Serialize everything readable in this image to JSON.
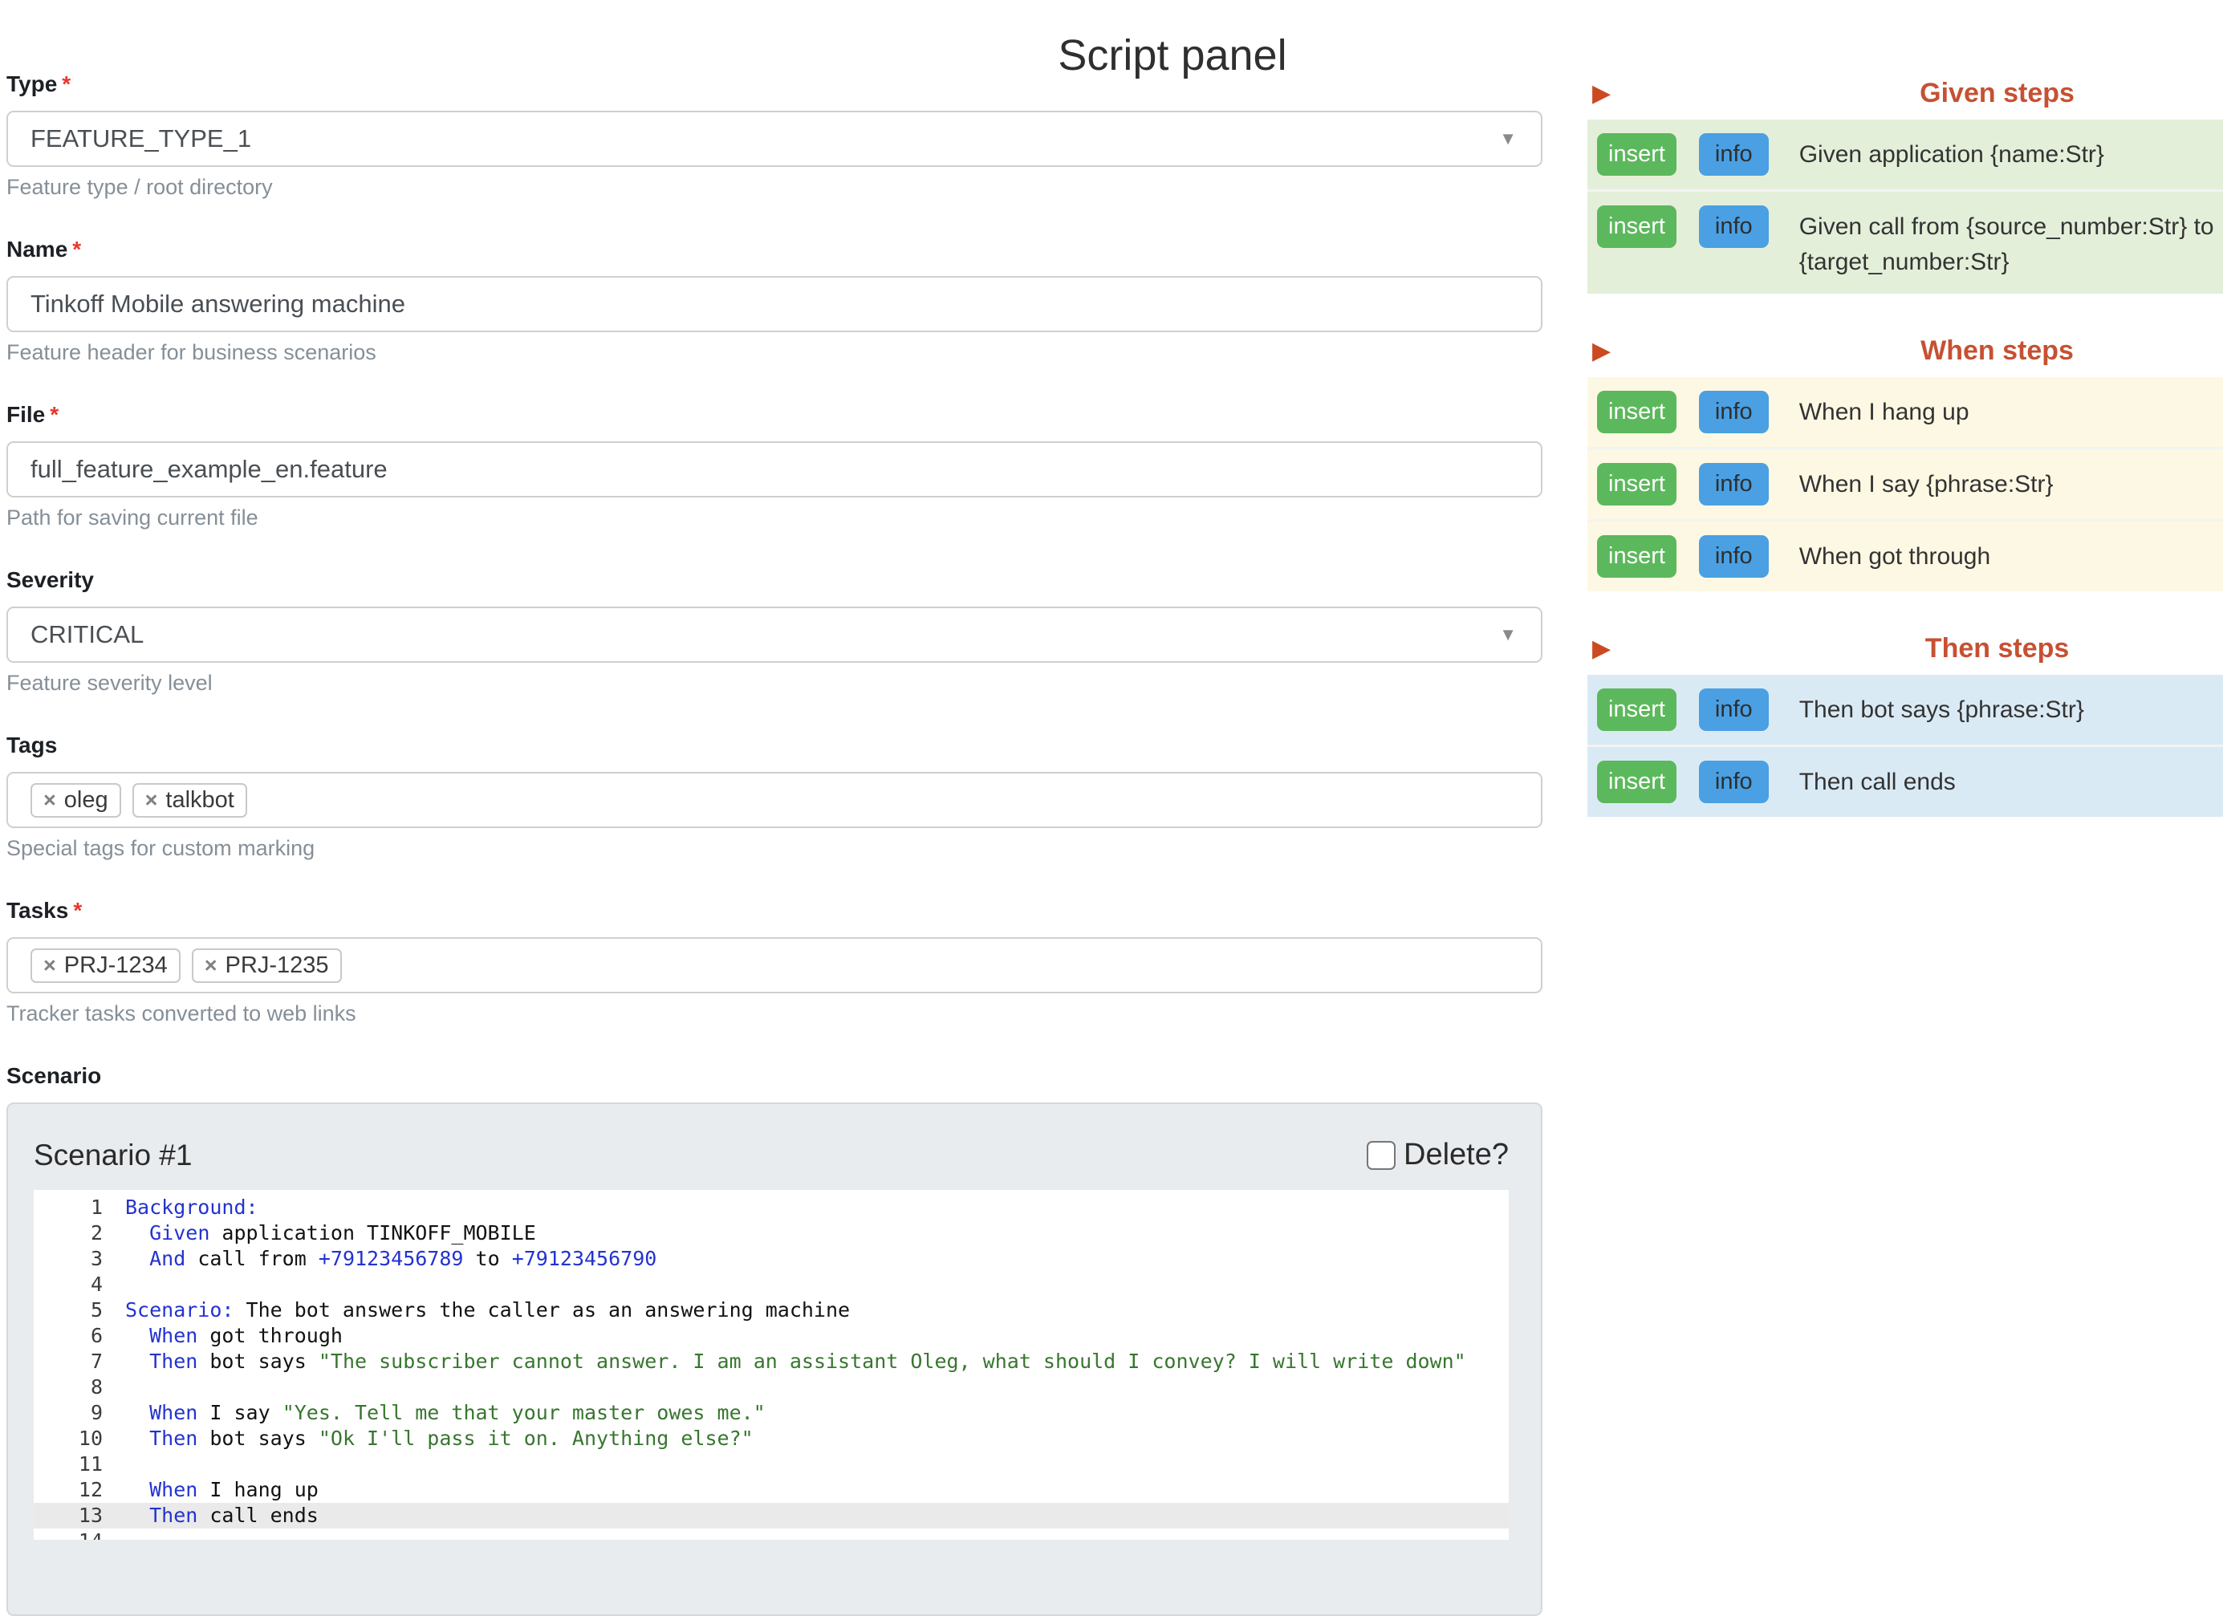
{
  "title": "Script panel",
  "ui": {
    "caret_glyph": "▼",
    "remove_glyph": "×",
    "section_marker": "▶"
  },
  "form": {
    "type": {
      "label": "Type",
      "required": "*",
      "value": "FEATURE_TYPE_1",
      "help": "Feature type / root directory"
    },
    "name": {
      "label": "Name",
      "required": "*",
      "value": "Tinkoff Mobile answering machine",
      "help": "Feature header for business scenarios"
    },
    "file": {
      "label": "File",
      "required": "*",
      "value": "full_feature_example_en.feature",
      "help": "Path for saving current file"
    },
    "severity": {
      "label": "Severity",
      "value": "CRITICAL",
      "help": "Feature severity level"
    },
    "tags": {
      "label": "Tags",
      "chips": [
        "oleg",
        "talkbot"
      ],
      "help": "Special tags for custom marking"
    },
    "tasks": {
      "label": "Tasks",
      "required": "*",
      "chips": [
        "PRJ-1234",
        "PRJ-1235"
      ],
      "help": "Tracker tasks converted to web links"
    },
    "scenario_label": "Scenario"
  },
  "scenario": {
    "heading": "Scenario #1",
    "delete_label": "Delete?"
  },
  "editor": {
    "active_line": 13,
    "lines": [
      [
        {
          "c": "kw",
          "t": "Background:"
        }
      ],
      [
        {
          "c": "p",
          "t": "  "
        },
        {
          "c": "kw",
          "t": "Given"
        },
        {
          "c": "p",
          "t": " application TINKOFF_MOBILE"
        }
      ],
      [
        {
          "c": "p",
          "t": "  "
        },
        {
          "c": "kw",
          "t": "And"
        },
        {
          "c": "p",
          "t": " call from "
        },
        {
          "c": "num",
          "t": "+79123456789"
        },
        {
          "c": "p",
          "t": " to "
        },
        {
          "c": "num",
          "t": "+79123456790"
        }
      ],
      [],
      [
        {
          "c": "kw",
          "t": "Scenario:"
        },
        {
          "c": "p",
          "t": " The bot answers the caller as an answering machine"
        }
      ],
      [
        {
          "c": "p",
          "t": "  "
        },
        {
          "c": "kw",
          "t": "When"
        },
        {
          "c": "p",
          "t": " got through"
        }
      ],
      [
        {
          "c": "p",
          "t": "  "
        },
        {
          "c": "kw",
          "t": "Then"
        },
        {
          "c": "p",
          "t": " bot says "
        },
        {
          "c": "str",
          "t": "\"The subscriber cannot answer. I am an assistant Oleg, what should I convey? I will write down\""
        }
      ],
      [],
      [
        {
          "c": "p",
          "t": "  "
        },
        {
          "c": "kw",
          "t": "When"
        },
        {
          "c": "p",
          "t": " I say "
        },
        {
          "c": "str",
          "t": "\"Yes. Tell me that your master owes me.\""
        }
      ],
      [
        {
          "c": "p",
          "t": "  "
        },
        {
          "c": "kw",
          "t": "Then"
        },
        {
          "c": "p",
          "t": " bot says "
        },
        {
          "c": "str",
          "t": "\"Ok I'll pass it on. Anything else?\""
        }
      ],
      [],
      [
        {
          "c": "p",
          "t": "  "
        },
        {
          "c": "kw",
          "t": "When"
        },
        {
          "c": "p",
          "t": " I hang up"
        }
      ],
      [
        {
          "c": "p",
          "t": "  "
        },
        {
          "c": "kw",
          "t": "Then"
        },
        {
          "c": "p",
          "t": " call ends"
        }
      ],
      []
    ]
  },
  "sidebar": {
    "insert_label": "insert",
    "info_label": "info",
    "sections": [
      {
        "title": "Given steps",
        "theme": "given",
        "rows": [
          {
            "text": "Given application {name:Str}"
          },
          {
            "text": "Given call from {source_number:Str} to {target_number:Str}"
          }
        ]
      },
      {
        "title": "When steps",
        "theme": "when",
        "rows": [
          {
            "text": "When I hang up"
          },
          {
            "text": "When I say {phrase:Str}"
          },
          {
            "text": "When got through"
          }
        ]
      },
      {
        "title": "Then steps",
        "theme": "then",
        "rows": [
          {
            "text": "Then bot says {phrase:Str}"
          },
          {
            "text": "Then call ends"
          }
        ]
      }
    ]
  },
  "colors": {
    "section_header": "#c65132",
    "section_marker": "#cb4a22",
    "insert_green": "#5cb85c",
    "info_blue": "#4aa0e2",
    "given_bg": "#e4efda",
    "when_bg": "#fdf8e3",
    "then_bg": "#daeaf5",
    "keyword_blue": "#2433cf",
    "string_green": "#38762f",
    "required_red": "#e5392d",
    "panel_bg": "#e9ecef"
  }
}
